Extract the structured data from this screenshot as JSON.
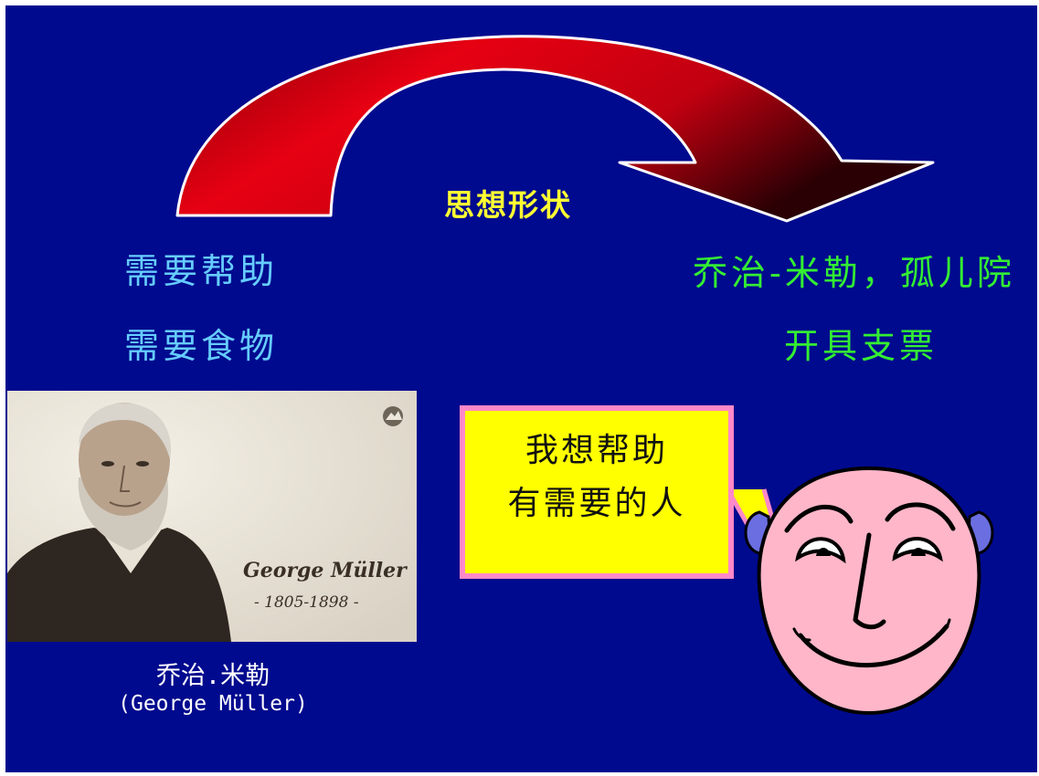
{
  "center_label": "思想形状",
  "left": {
    "line1": "需要帮助",
    "line2": "需要食物"
  },
  "right": {
    "line1": "乔治-米勒，孤儿院",
    "line2": "开具支票"
  },
  "portrait": {
    "name_script": "George Müller",
    "dates": "- 1805-1898 -"
  },
  "caption": {
    "line1": "乔治.米勒",
    "line2": "(George Müller)"
  },
  "speech_bubble": {
    "line1": "我想帮助",
    "line2": "有需要的人"
  },
  "colors": {
    "background": "#000a8e",
    "arrow": "#c00010",
    "center_label": "#ffff33",
    "left_text": "#66ccff",
    "right_text": "#33ee33",
    "bubble_fill": "#ffff00",
    "bubble_border": "#ff88c8",
    "face_skin": "#ffb6c8"
  }
}
